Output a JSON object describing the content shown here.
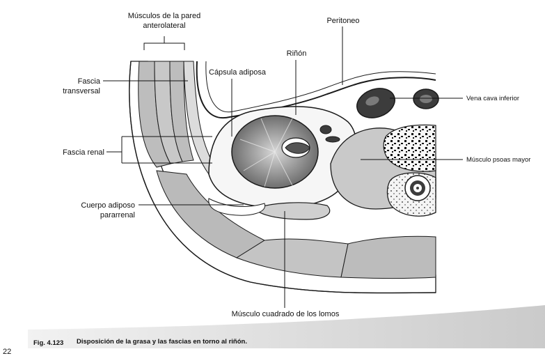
{
  "labels": {
    "musculos_pared": [
      "Músculos de la pared",
      "anterolateral"
    ],
    "peritoneo": "Peritoneo",
    "rinon": "Riñón",
    "capsula_adiposa": "Cápsula adiposa",
    "fascia_transversal": [
      "Fascia",
      "transversal"
    ],
    "vena_cava": "Vena cava inferior",
    "fascia_renal": "Fascia renal",
    "musculo_psoas": "Músculo psoas mayor",
    "cuerpo_adiposo": [
      "Cuerpo adiposo",
      "pararrenal"
    ],
    "cuadrado_lomos": "Músculo cuadrado de los lomos"
  },
  "caption": {
    "number": "Fig. 4.123",
    "text": "Disposición de la grasa y las fascias en torno al riñón."
  },
  "page_number": "22",
  "colors": {
    "muscle": "#b9b9b9",
    "muscle_light": "#d4d4d4",
    "kidney": "#8c8c8c",
    "vessel": "#3c3c3c",
    "fat": "#f4f4f4",
    "outline": "#1a1a1a",
    "banner": "#cfcfcf"
  }
}
